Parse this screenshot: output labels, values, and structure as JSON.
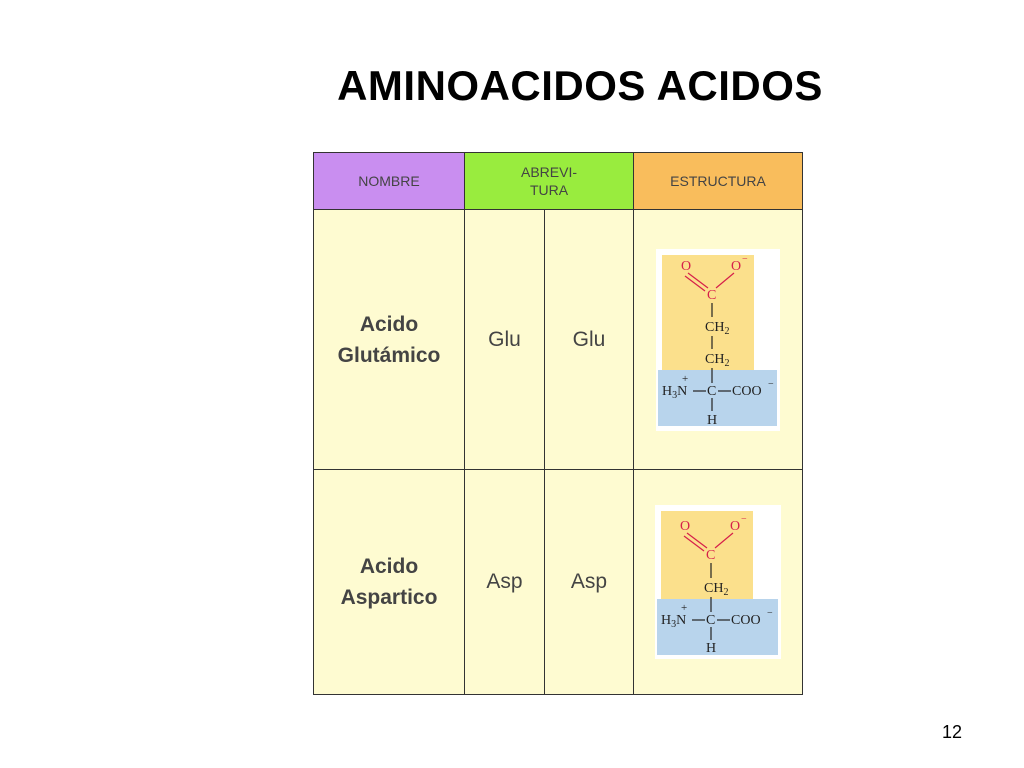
{
  "slide": {
    "title": "AMINOACIDOS  ACIDOS",
    "page_number": "12"
  },
  "table": {
    "headers": {
      "nombre": "NOMBRE",
      "abrev_line1": "ABREVI-",
      "abrev_line2": "TURA",
      "estructura": "ESTRUCTURA"
    },
    "rows": [
      {
        "name_line1": "Acido",
        "name_line2": "Glutámico",
        "abbr_a": "Glu",
        "abbr_b": "Glu",
        "structure": {
          "o1": "O",
          "o2": "O",
          "o2_charge": "−",
          "c": "C",
          "ch2_a": "CH",
          "ch2_a_sub": "2",
          "ch2_b": "CH",
          "ch2_b_sub": "2",
          "plus": "+",
          "h3n": "H",
          "h3n_sub": "3",
          "n": "N",
          "alpha_c": "C",
          "coo": "COO",
          "coo_charge": "−",
          "h": "H"
        }
      },
      {
        "name_line1": "Acido",
        "name_line2": "Aspartico",
        "abbr_a": "Asp",
        "abbr_b": "Asp",
        "structure": {
          "o1": "O",
          "o2": "O",
          "o2_charge": "−",
          "c": "C",
          "ch2_a": "CH",
          "ch2_a_sub": "2",
          "plus": "+",
          "h3n": "H",
          "h3n_sub": "3",
          "n": "N",
          "alpha_c": "C",
          "coo": "COO",
          "coo_charge": "−",
          "h": "H"
        }
      }
    ]
  },
  "colors": {
    "header_nombre": "#c98ef0",
    "header_abrev": "#99ec3e",
    "header_estructura": "#f9bd5c",
    "cell_background": "#fefbd1",
    "side_chain_box": "#fbe08c",
    "backbone_box": "#b8d4ec",
    "oxygen_red": "#d61f4a"
  }
}
